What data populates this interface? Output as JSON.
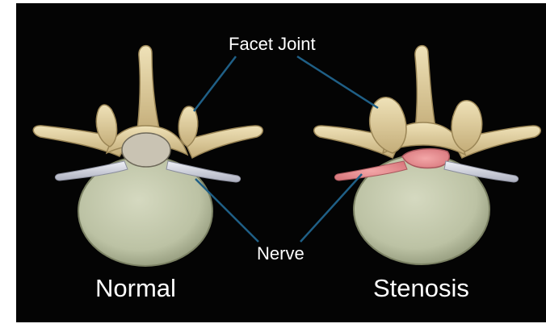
{
  "labels": {
    "facet_joint": "Facet Joint",
    "nerve": "Nerve",
    "normal": "Normal",
    "stenosis": "Stenosis"
  },
  "colors": {
    "background": "#040404",
    "bone": "#d9c89c",
    "disc": "#c8cdb2",
    "canal": "#c9c3b3",
    "nerve": "#d4d5de",
    "inflamed": "#e8868a",
    "leader_line": "#1f5f86"
  },
  "icons": {
    "normal_vertebra": "vertebra-normal-illustration",
    "stenosis_vertebra": "vertebra-stenosis-illustration"
  }
}
